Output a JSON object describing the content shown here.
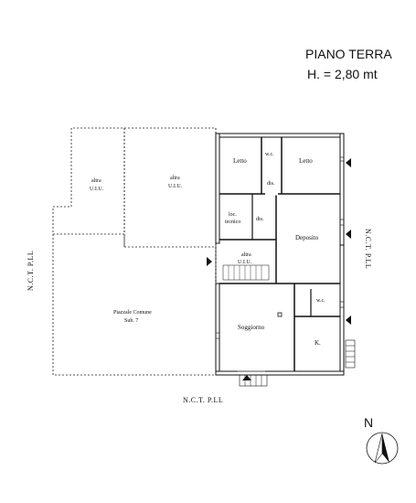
{
  "header": {
    "title": "PIANO TERRA",
    "height": "H. = 2,80 mt"
  },
  "rooms": {
    "letto_left": "Letto",
    "wc_top": "w.c.",
    "letto_right": "Letto",
    "dis_top": "dis.",
    "loc_tecnico_1": "loc.",
    "loc_tecnico_2": "tecnico",
    "dis_mid": "dis.",
    "deposito": "Deposito",
    "altra_center_1": "altra",
    "altra_center_2": "U.I.U.",
    "wc_bottom": "w.c.",
    "soggiorno": "Soggiorno",
    "k": "K."
  },
  "outside": {
    "altra_left_1": "altra",
    "altra_left_2": "U.I.U.",
    "altra_mid_1": "altra",
    "altra_mid_2": "U.I.U.",
    "piazzale_1": "Piazzale Comune",
    "piazzale_2": "Sub. 7",
    "nct_left": "N.C.T. P.LL",
    "nct_right": "N.C.T. P.LL",
    "nct_bottom": "N.C.T. P.LL"
  },
  "compass": {
    "label": "N"
  }
}
